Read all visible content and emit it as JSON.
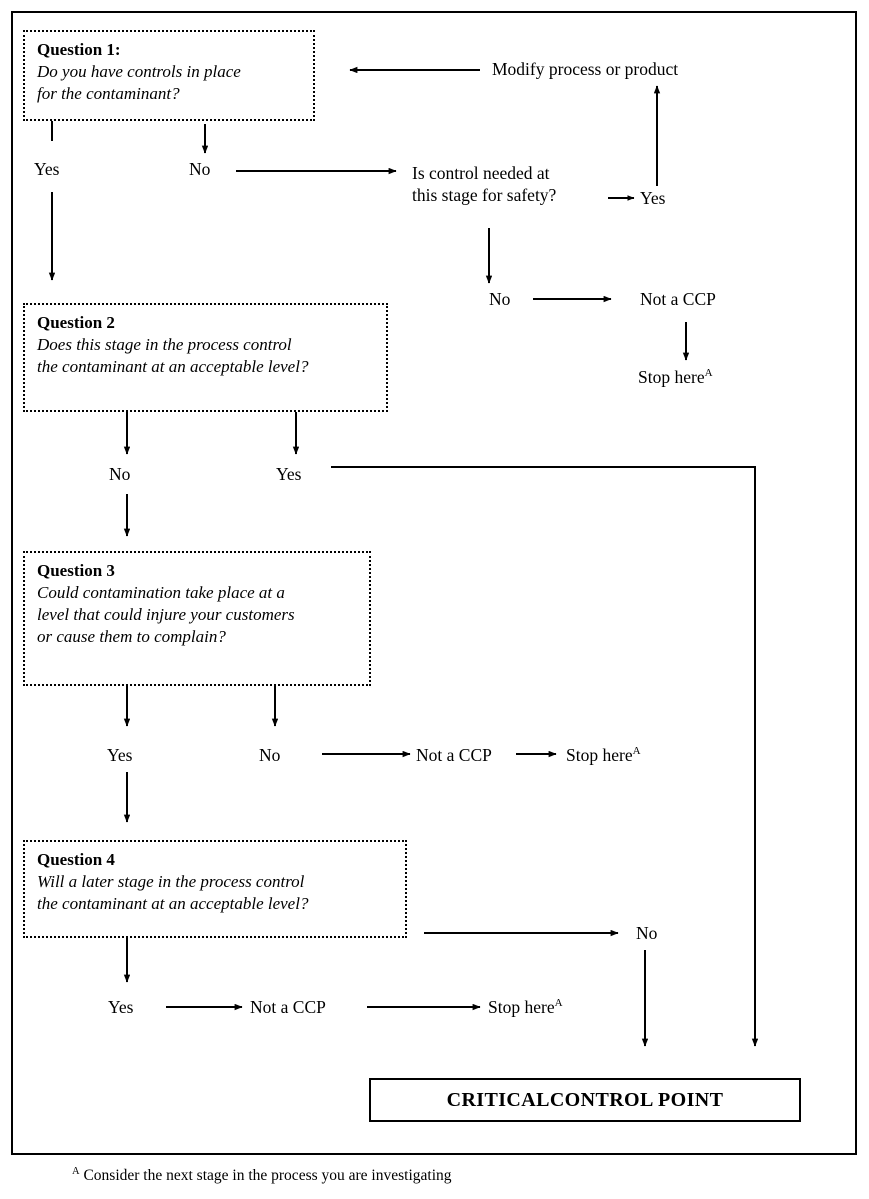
{
  "chart_data": {
    "type": "diagram",
    "title": "CCP Decision Tree",
    "nodes": [
      {
        "id": "q1",
        "label": "Question 1:\nDo you have controls in place for the contaminant?"
      },
      {
        "id": "q1_yes",
        "label": "Yes"
      },
      {
        "id": "q1_no",
        "label": "No"
      },
      {
        "id": "modify",
        "label": "Modify process or product"
      },
      {
        "id": "is_control",
        "label": "Is control needed at this stage for safety?"
      },
      {
        "id": "ic_yes",
        "label": "Yes"
      },
      {
        "id": "ic_no",
        "label": "No"
      },
      {
        "id": "not_ccp_1",
        "label": "Not a CCP"
      },
      {
        "id": "stop_1",
        "label": "Stop here A"
      },
      {
        "id": "q2",
        "label": "Question 2\nDoes this stage in the process control the contaminant at an acceptable level?"
      },
      {
        "id": "q2_no",
        "label": "No"
      },
      {
        "id": "q2_yes",
        "label": "Yes"
      },
      {
        "id": "q3",
        "label": "Question 3\nCould contamination take place at a level that could injure your customers or cause them to complain?"
      },
      {
        "id": "q3_yes",
        "label": "Yes"
      },
      {
        "id": "q3_no",
        "label": "No"
      },
      {
        "id": "not_ccp_2",
        "label": "Not a CCP"
      },
      {
        "id": "stop_2",
        "label": "Stop here A"
      },
      {
        "id": "q4",
        "label": "Question 4\nWill a later stage in the process control the contaminant at an acceptable level?"
      },
      {
        "id": "q4_yes",
        "label": "Yes"
      },
      {
        "id": "q4_no",
        "label": "No"
      },
      {
        "id": "not_ccp_3",
        "label": "Not a CCP"
      },
      {
        "id": "stop_3",
        "label": "Stop here A"
      },
      {
        "id": "ccp",
        "label": "CRITICALCONTROL POINT"
      }
    ],
    "edges": [
      {
        "from": "q1",
        "to": "q1_yes",
        "label": "Yes"
      },
      {
        "from": "q1",
        "to": "q1_no",
        "label": "No"
      },
      {
        "from": "q1_yes",
        "to": "q2"
      },
      {
        "from": "q1_no",
        "to": "is_control"
      },
      {
        "from": "is_control",
        "to": "ic_yes",
        "label": "Yes"
      },
      {
        "from": "is_control",
        "to": "ic_no",
        "label": "No"
      },
      {
        "from": "ic_yes",
        "to": "modify"
      },
      {
        "from": "modify",
        "to": "q1"
      },
      {
        "from": "ic_no",
        "to": "not_ccp_1"
      },
      {
        "from": "not_ccp_1",
        "to": "stop_1"
      },
      {
        "from": "q2",
        "to": "q2_no",
        "label": "No"
      },
      {
        "from": "q2",
        "to": "q2_yes",
        "label": "Yes"
      },
      {
        "from": "q2_no",
        "to": "q3"
      },
      {
        "from": "q2_yes",
        "to": "ccp"
      },
      {
        "from": "q3",
        "to": "q3_yes",
        "label": "Yes"
      },
      {
        "from": "q3",
        "to": "q3_no",
        "label": "No"
      },
      {
        "from": "q3_no",
        "to": "not_ccp_2"
      },
      {
        "from": "not_ccp_2",
        "to": "stop_2"
      },
      {
        "from": "q3_yes",
        "to": "q4"
      },
      {
        "from": "q4",
        "to": "q4_yes",
        "label": "Yes"
      },
      {
        "from": "q4",
        "to": "q4_no",
        "label": "No"
      },
      {
        "from": "q4_yes",
        "to": "not_ccp_3"
      },
      {
        "from": "not_ccp_3",
        "to": "stop_3"
      },
      {
        "from": "q4_no",
        "to": "ccp"
      }
    ],
    "colors": {
      "stroke": "#000000",
      "background": "#ffffff"
    }
  },
  "questions": {
    "q1": {
      "title": "Question 1:",
      "body": "Do you have controls in place\nfor the contaminant?"
    },
    "q2": {
      "title": "Question 2",
      "body": "Does this stage in the process control\nthe contaminant at an acceptable level?"
    },
    "q3": {
      "title": "Question 3",
      "body": "Could contamination take place at a\nlevel that could injure your customers\nor cause them to complain?"
    },
    "q4": {
      "title": "Question 4",
      "body": "Will a later stage in the process control\nthe contaminant at an acceptable level?"
    }
  },
  "labels": {
    "q1_yes": "Yes",
    "q1_no": "No",
    "modify": "Modify process or product",
    "is_control": "Is control needed at\nthis stage for safety?",
    "is_control_yes": "Yes",
    "is_control_no": "No",
    "not_a_ccp_1": "Not a CCP",
    "stop_here_1": "Stop here",
    "q2_no": "No",
    "q2_yes": "Yes",
    "q3_yes": "Yes",
    "q3_no": "No",
    "not_a_ccp_2": "Not a CCP",
    "stop_here_2": "Stop here",
    "q4_yes": "Yes",
    "q4_no": "No",
    "not_a_ccp_3": "Not a CCP",
    "stop_here_3": "Stop here",
    "footnote_marker": "A"
  },
  "result": {
    "ccp_label": "CRITICALCONTROL POINT"
  },
  "footnote": {
    "marker": "A",
    "text": "Consider the next stage in the process you are investigating"
  }
}
